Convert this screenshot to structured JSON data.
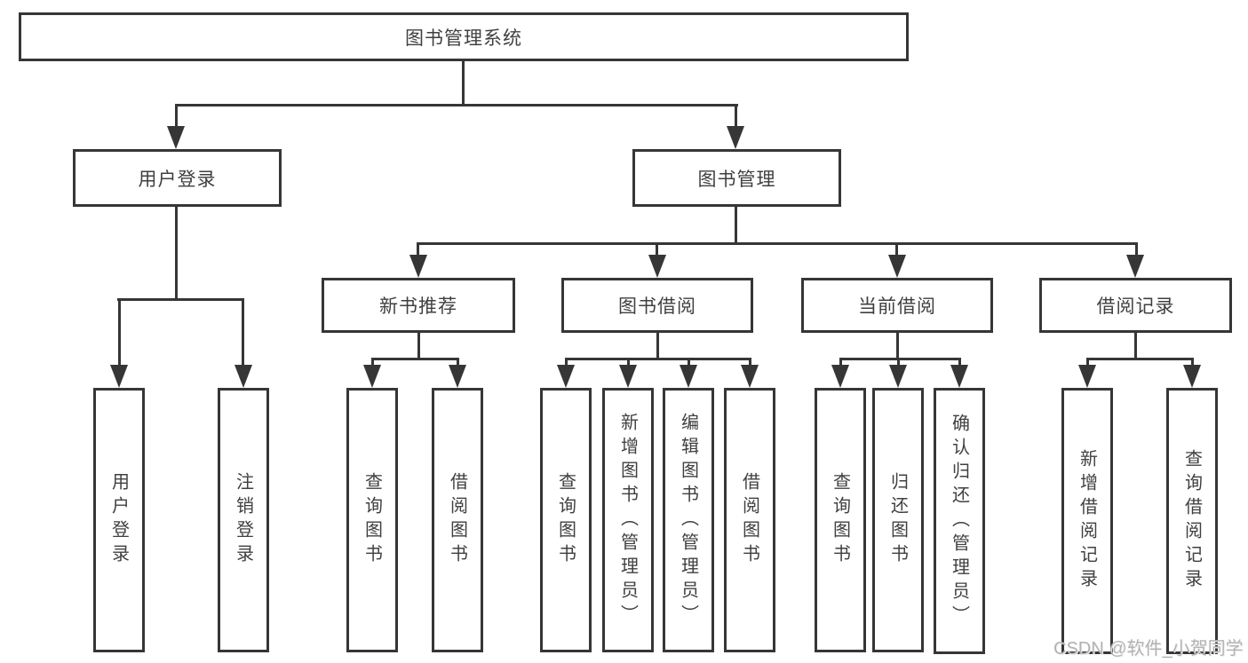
{
  "diagram": {
    "root": {
      "label": "图书管理系统"
    },
    "level2": [
      {
        "label": "用户登录"
      },
      {
        "label": "图书管理"
      }
    ],
    "level3": [
      {
        "label": "新书推荐"
      },
      {
        "label": "图书借阅"
      },
      {
        "label": "当前借阅"
      },
      {
        "label": "借阅记录"
      }
    ],
    "leaves": {
      "user_login": [
        "用户登录",
        "注销登录"
      ],
      "new_book": [
        "查询图书",
        "借阅图书"
      ],
      "book_borrow": [
        "查询图书",
        "新增图书（管理员）",
        "编辑图书（管理员）",
        "借阅图书"
      ],
      "current_borrow": [
        "查询图书",
        "归还图书",
        "确认归还（管理员）"
      ],
      "borrow_record": [
        "新增借阅记录",
        "查询借阅记录"
      ]
    }
  },
  "watermark": {
    "text": "CSDN @软件_小贺同学"
  },
  "colors": {
    "line": "#363636",
    "text": "#404040",
    "watermark": "#b3b3b3",
    "background": "#ffffff"
  }
}
